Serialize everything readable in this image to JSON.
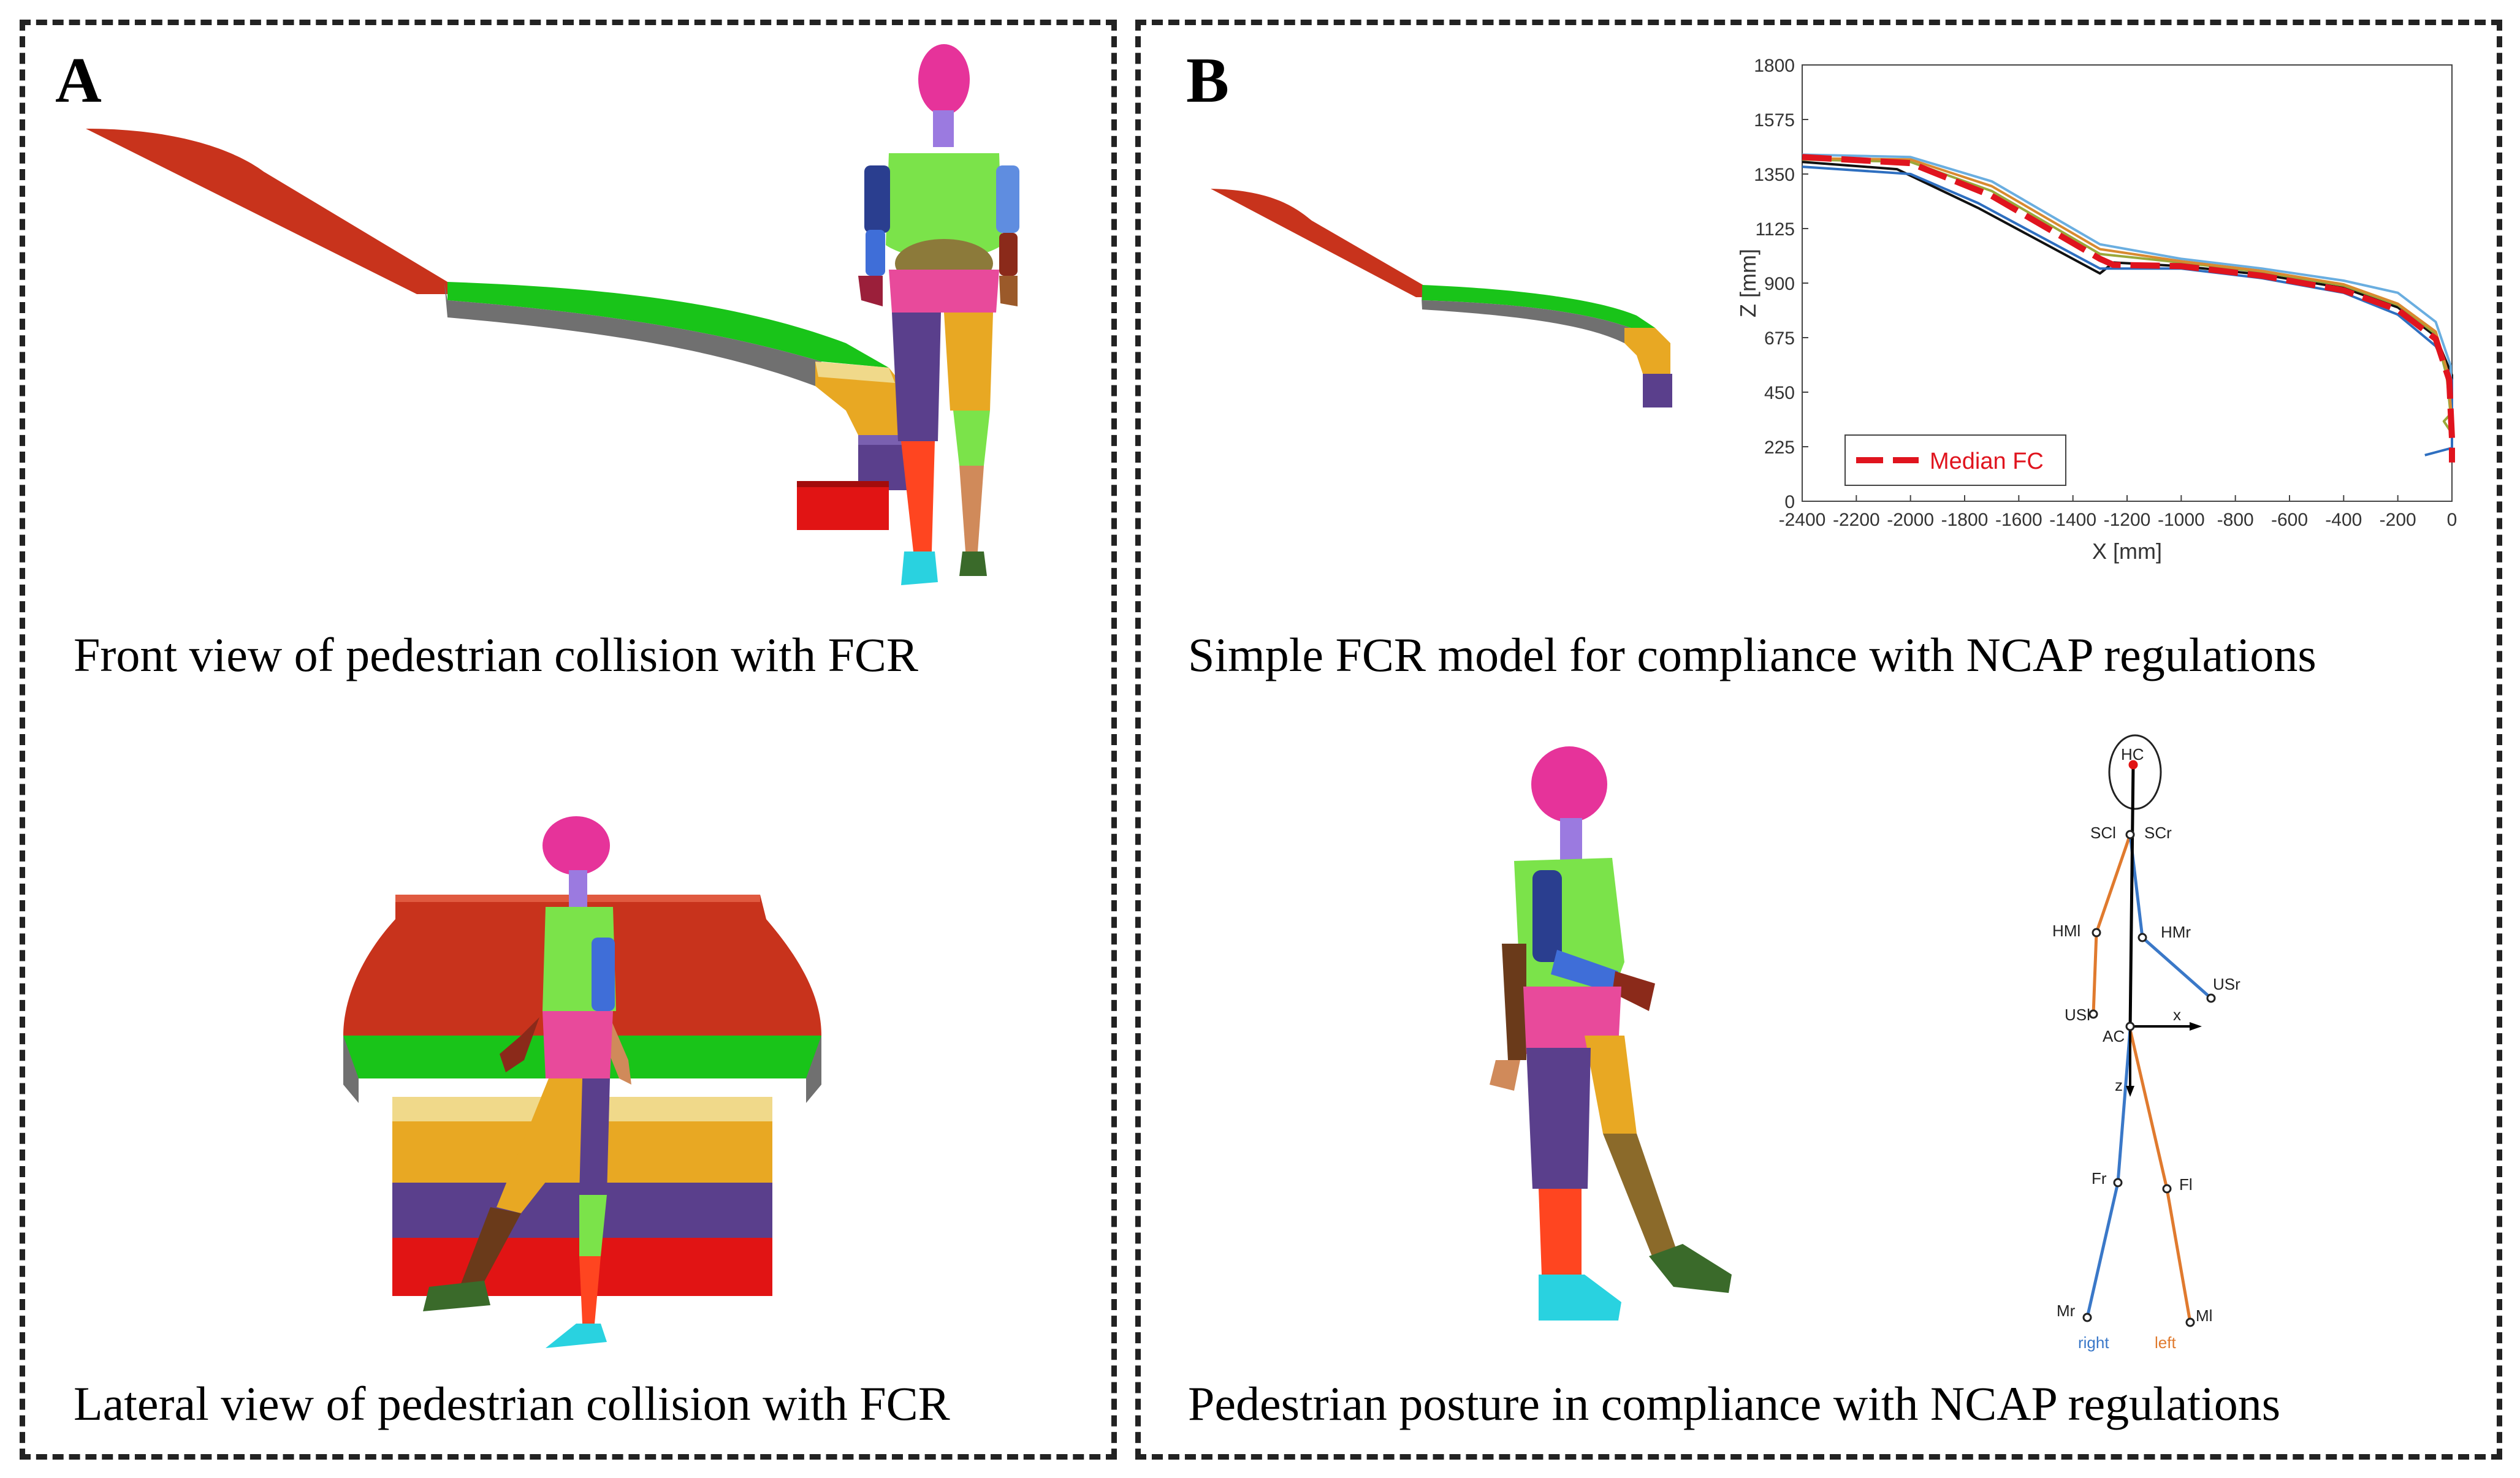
{
  "panels": {
    "a": {
      "letter": "A",
      "top_caption": "Front view of pedestrian collision with FCR",
      "bottom_caption": "Lateral view of pedestrian collision with FCR"
    },
    "b": {
      "letter": "B",
      "top_caption": "Simple FCR model for compliance with NCAP regulations",
      "bottom_caption": "Pedestrian posture in compliance with NCAP regulations"
    }
  },
  "chart_data": {
    "type": "line",
    "xlabel": "X [mm]",
    "ylabel": "Z [mm]",
    "xlim": [
      -2400,
      0
    ],
    "ylim": [
      0,
      1800
    ],
    "x_ticks": [
      "-2400",
      "-2200",
      "-2000",
      "-1800",
      "-1600",
      "-1400",
      "-1200",
      "-1000",
      "-800",
      "-600",
      "-400",
      "-200",
      "0"
    ],
    "y_ticks": [
      "0",
      "225",
      "450",
      "675",
      "900",
      "1125",
      "1350",
      "1575",
      "1800"
    ],
    "legend": {
      "label": "Median FC",
      "placement": "bottom-left"
    },
    "grid": false,
    "series": [
      {
        "name": "Median FC",
        "color": "#e0141e",
        "dashed": true,
        "points": [
          [
            -2400,
            1420
          ],
          [
            -2000,
            1395
          ],
          [
            -1700,
            1260
          ],
          [
            -1300,
            1000
          ],
          [
            -1250,
            975
          ],
          [
            -1000,
            970
          ],
          [
            -700,
            930
          ],
          [
            -400,
            870
          ],
          [
            -200,
            790
          ],
          [
            -60,
            670
          ],
          [
            -10,
            500
          ],
          [
            0,
            260
          ],
          [
            0,
            160
          ]
        ]
      },
      {
        "color": "#111111",
        "dashed": false,
        "points": [
          [
            -2400,
            1400
          ],
          [
            -2050,
            1370
          ],
          [
            -1750,
            1210
          ],
          [
            -1300,
            940
          ],
          [
            -1250,
            985
          ],
          [
            -1000,
            970
          ],
          [
            -700,
            935
          ],
          [
            -400,
            880
          ],
          [
            -200,
            800
          ],
          [
            -60,
            680
          ],
          [
            0,
            520
          ],
          [
            0,
            240
          ]
        ]
      },
      {
        "color": "#6aaee0",
        "dashed": false,
        "points": [
          [
            -2400,
            1430
          ],
          [
            -2000,
            1420
          ],
          [
            -1700,
            1320
          ],
          [
            -1300,
            1060
          ],
          [
            -1000,
            1000
          ],
          [
            -700,
            960
          ],
          [
            -400,
            910
          ],
          [
            -200,
            860
          ],
          [
            -60,
            740
          ],
          [
            -5,
            560
          ],
          [
            0,
            300
          ]
        ]
      },
      {
        "color": "#2e6fc0",
        "dashed": false,
        "points": [
          [
            -2400,
            1380
          ],
          [
            -2000,
            1350
          ],
          [
            -1750,
            1230
          ],
          [
            -1300,
            960
          ],
          [
            -1000,
            960
          ],
          [
            -700,
            920
          ],
          [
            -400,
            860
          ],
          [
            -200,
            770
          ],
          [
            -60,
            640
          ],
          [
            0,
            500
          ],
          [
            0,
            220
          ],
          [
            -100,
            190
          ]
        ]
      },
      {
        "color": "#9aa83a",
        "dashed": false,
        "points": [
          [
            -2400,
            1410
          ],
          [
            -2000,
            1400
          ],
          [
            -1700,
            1280
          ],
          [
            -1300,
            1020
          ],
          [
            -1000,
            985
          ],
          [
            -700,
            945
          ],
          [
            -400,
            890
          ],
          [
            -200,
            810
          ],
          [
            -60,
            690
          ],
          [
            -20,
            520
          ],
          [
            -5,
            360
          ],
          [
            -30,
            330
          ],
          [
            0,
            280
          ]
        ]
      },
      {
        "color": "#d88a30",
        "dashed": false,
        "points": [
          [
            -2400,
            1415
          ],
          [
            -2000,
            1410
          ],
          [
            -1700,
            1300
          ],
          [
            -1300,
            1040
          ],
          [
            -1000,
            990
          ],
          [
            -700,
            950
          ],
          [
            -400,
            895
          ],
          [
            -200,
            815
          ],
          [
            -60,
            700
          ],
          [
            -15,
            530
          ],
          [
            0,
            330
          ]
        ]
      }
    ]
  },
  "posture_diagram": {
    "labels": {
      "hc": "HC",
      "scl": "SCl",
      "scr": "SCr",
      "hml": "HMl",
      "hmr": "HMr",
      "usl": "USl",
      "usr": "USr",
      "ac": "AC",
      "x": "x",
      "z": "z",
      "fr": "Fr",
      "fl": "Fl",
      "mr": "Mr",
      "ml": "Ml",
      "right": "right",
      "left": "left"
    },
    "colors": {
      "right": "#3a78c8",
      "left": "#e07a2e",
      "spine": "#000000"
    }
  },
  "model_colors": {
    "windshield": "#c8331c",
    "hood": "#19c419",
    "hood_edge": "#707070",
    "bumper_upper": "#e8a823",
    "bumper_lower": "#5a3f8c",
    "spoiler": "#e11414",
    "head": "#e6339a",
    "torso": "#7be34a",
    "pelvis": "#e84a9b",
    "arm": "#3f6ed8",
    "shin": "#ff4520",
    "foot": "#29d2e0"
  }
}
